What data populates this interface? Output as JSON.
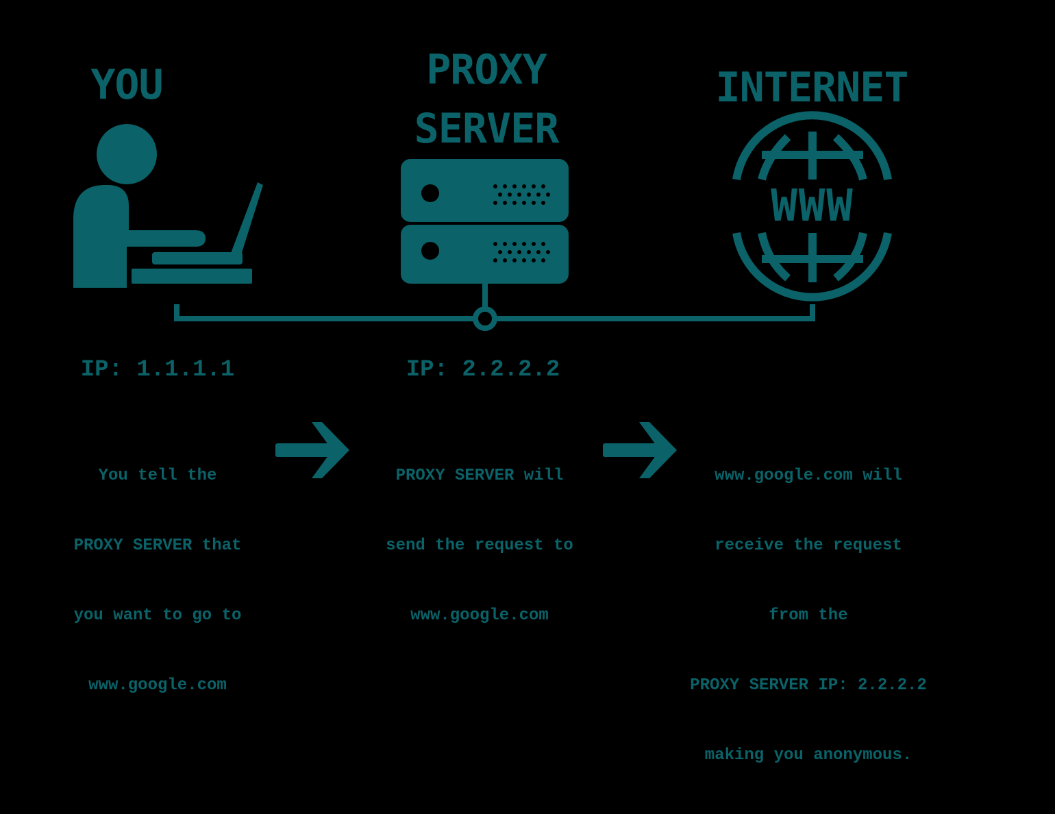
{
  "colors": {
    "background": "#000000",
    "accent": "#0b6268"
  },
  "nodes": {
    "you": {
      "title": "YOU",
      "ip": "IP: 1.1.1.1",
      "icon": "person-at-laptop-icon"
    },
    "proxy": {
      "title_line1": "PROXY",
      "title_line2": "SERVER",
      "ip": "IP: 2.2.2.2",
      "icon": "server-rack-icon"
    },
    "internet": {
      "title": "INTERNET",
      "icon": "www-globe-icon",
      "globe_text": "WWW"
    }
  },
  "descriptions": {
    "you": [
      "You tell the",
      "PROXY SERVER that",
      "you want to go to",
      "www.google.com"
    ],
    "proxy": [
      "PROXY SERVER will",
      "send the request to",
      "www.google.com"
    ],
    "internet": [
      "www.google.com will",
      "receive the request",
      "from the",
      "PROXY SERVER IP: 2.2.2.2",
      "making you anonymous."
    ]
  }
}
